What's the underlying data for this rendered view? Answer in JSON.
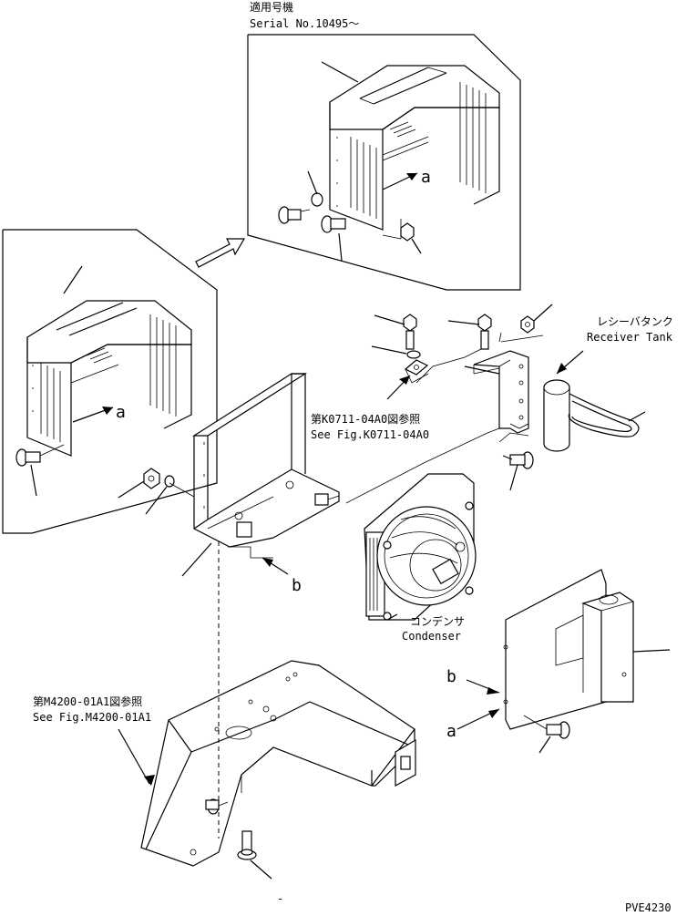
{
  "labels": {
    "serial_jp": "適用号機",
    "serial_en": "Serial No.10495～",
    "receiver_jp": "レシーバタンク",
    "receiver_en": "Receiver Tank",
    "k0711_jp": "第K0711-04A0図参照",
    "k0711_en": "See Fig.K0711-04A0",
    "condenser_jp": "コンデンサ",
    "condenser_en": "Condenser",
    "m4200_jp": "第M4200-01A1図参照",
    "m4200_en": "See Fig.M4200-01A1",
    "ref_a": "a",
    "ref_b": "b",
    "dash_mark": "-",
    "drawing_code": "PVE4230"
  }
}
